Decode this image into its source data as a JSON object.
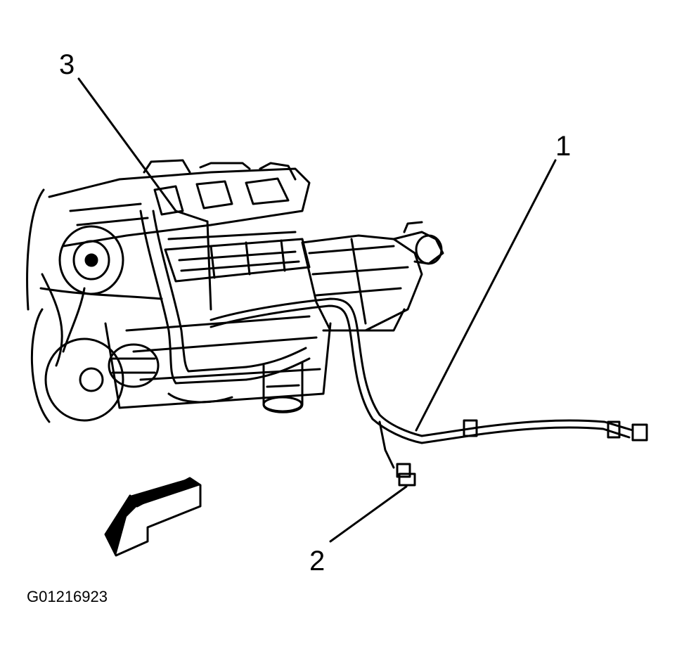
{
  "figure": {
    "callouts": [
      {
        "label": "1",
        "part": "transmission-cooler-line"
      },
      {
        "label": "2",
        "part": "line-bracket-bolt"
      },
      {
        "label": "3",
        "part": "engine-harness"
      }
    ],
    "figure_id": "G01216923",
    "colors": {
      "ink": "#000000",
      "paper": "#ffffff"
    }
  }
}
